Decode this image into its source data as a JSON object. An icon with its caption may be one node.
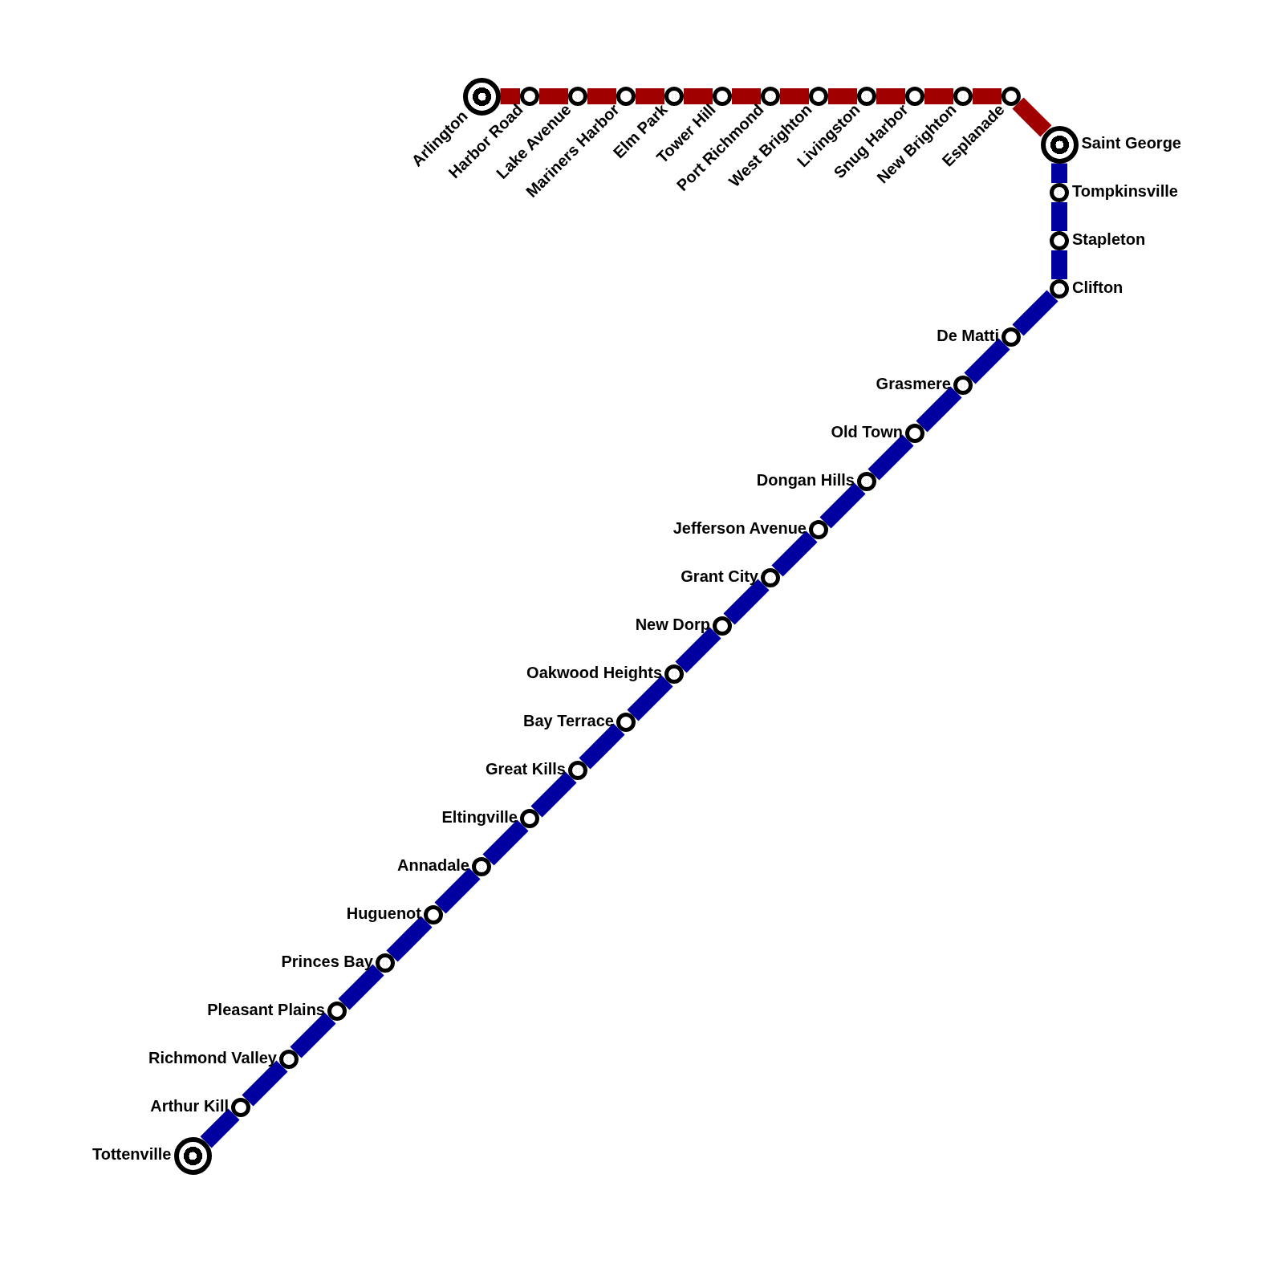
{
  "diagram": {
    "nodes": [
      {
        "text": [],
        "shape": "bullseye",
        "beside": [
          "Arlington"
        ]
      },
      {
        "text": [],
        "shape": "circle",
        "beside": [
          "Harbor Road"
        ]
      },
      {
        "text": [],
        "shape": "circle",
        "beside": [
          "Lake Avenue"
        ]
      },
      {
        "text": [],
        "shape": "circle",
        "beside": [
          "Mariners Harbor"
        ]
      },
      {
        "text": [],
        "shape": "circle",
        "beside": [
          "Elm Park"
        ]
      },
      {
        "text": [],
        "shape": "circle",
        "beside": [
          "Tower Hill"
        ]
      },
      {
        "text": [],
        "shape": "circle",
        "beside": [
          "Port Richmond"
        ]
      },
      {
        "text": [],
        "shape": "circle",
        "beside": [
          "West Brighton"
        ]
      },
      {
        "text": [],
        "shape": "circle",
        "beside": [
          "Livingston"
        ]
      },
      {
        "text": [],
        "shape": "circle",
        "beside": [
          "Snug Harbor"
        ]
      },
      {
        "text": [],
        "shape": "circle",
        "beside": [
          "New Brighton"
        ]
      },
      {
        "text": [],
        "shape": "circle",
        "beside": [
          "Esplanade"
        ]
      },
      {
        "text": [],
        "shape": "bullseye",
        "beside": [
          "Saint George"
        ]
      },
      {
        "text": [],
        "shape": "circle",
        "beside": [
          "Tompkinsville"
        ]
      },
      {
        "text": [],
        "shape": "circle",
        "beside": [
          "Stapleton"
        ]
      },
      {
        "text": [],
        "shape": "circle",
        "beside": [
          "Clifton"
        ]
      },
      {
        "text": [],
        "shape": "circle",
        "beside": [
          "De Matti"
        ]
      },
      {
        "text": [],
        "shape": "circle",
        "beside": [
          "Grasmere"
        ]
      },
      {
        "text": [],
        "shape": "circle",
        "beside": [
          "Old Town"
        ]
      },
      {
        "text": [],
        "shape": "circle",
        "beside": [
          "Dongan Hills"
        ]
      },
      {
        "text": [],
        "shape": "circle",
        "beside": [
          "Jefferson Avenue"
        ]
      },
      {
        "text": [],
        "shape": "circle",
        "beside": [
          "Grant City"
        ]
      },
      {
        "text": [],
        "shape": "circle",
        "beside": [
          "New Dorp"
        ]
      },
      {
        "text": [],
        "shape": "circle",
        "beside": [
          "Oakwood Heights"
        ]
      },
      {
        "text": [],
        "shape": "circle",
        "beside": [
          "Bay Terrace"
        ]
      },
      {
        "text": [],
        "shape": "circle",
        "beside": [
          "Great Kills"
        ]
      },
      {
        "text": [],
        "shape": "circle",
        "beside": [
          "Eltingville"
        ]
      },
      {
        "text": [],
        "shape": "circle",
        "beside": [
          "Annadale"
        ]
      },
      {
        "text": [],
        "shape": "circle",
        "beside": [
          "Huguenot"
        ]
      },
      {
        "text": [],
        "shape": "circle",
        "beside": [
          "Princes Bay"
        ]
      },
      {
        "text": [],
        "shape": "circle",
        "beside": [
          "Pleasant Plains"
        ]
      },
      {
        "text": [],
        "shape": "circle",
        "beside": [
          "Richmond Valley"
        ]
      },
      {
        "text": [],
        "shape": "circle",
        "beside": [
          "Arthur Kill"
        ]
      },
      {
        "text": [],
        "shape": "bullseye",
        "beside": [
          "Tottenville"
        ]
      }
    ],
    "edges": [
      {
        "from": 0,
        "to": 1,
        "arrow": "none",
        "color": "#a00000"
      },
      {
        "from": 1,
        "to": 2,
        "arrow": "none",
        "color": "#a00000"
      },
      {
        "from": 2,
        "to": 3,
        "arrow": "none",
        "color": "#a00000"
      },
      {
        "from": 3,
        "to": 4,
        "arrow": "none",
        "color": "#a00000"
      },
      {
        "from": 4,
        "to": 5,
        "arrow": "none",
        "color": "#a00000"
      },
      {
        "from": 5,
        "to": 6,
        "arrow": "none",
        "color": "#a00000"
      },
      {
        "from": 6,
        "to": 7,
        "arrow": "none",
        "color": "#a00000"
      },
      {
        "from": 7,
        "to": 8,
        "arrow": "none",
        "color": "#a00000"
      },
      {
        "from": 8,
        "to": 9,
        "arrow": "none",
        "color": "#a00000"
      },
      {
        "from": 9,
        "to": 10,
        "arrow": "none",
        "color": "#a00000"
      },
      {
        "from": 10,
        "to": 11,
        "arrow": "none",
        "color": "#a00000"
      },
      {
        "from": 11,
        "to": 12,
        "arrow": "none",
        "color": "#a00000"
      },
      {
        "from": 12,
        "to": 13,
        "arrow": "none"
      },
      {
        "from": 13,
        "to": 14,
        "arrow": "none"
      },
      {
        "from": 14,
        "to": 15,
        "arrow": "none"
      },
      {
        "from": 15,
        "to": 16,
        "arrow": "none"
      },
      {
        "from": 16,
        "to": 17,
        "arrow": "none"
      },
      {
        "from": 17,
        "to": 18,
        "arrow": "none"
      },
      {
        "from": 18,
        "to": 19,
        "arrow": "none"
      },
      {
        "from": 19,
        "to": 20,
        "arrow": "none"
      },
      {
        "from": 20,
        "to": 21,
        "arrow": "none"
      },
      {
        "from": 21,
        "to": 22,
        "arrow": "none"
      },
      {
        "from": 22,
        "to": 23,
        "arrow": "none"
      },
      {
        "from": 23,
        "to": 24,
        "arrow": "none"
      },
      {
        "from": 24,
        "to": 25,
        "arrow": "none"
      },
      {
        "from": 25,
        "to": 26,
        "arrow": "none"
      },
      {
        "from": 26,
        "to": 27,
        "arrow": "none"
      },
      {
        "from": 27,
        "to": 28,
        "arrow": "none"
      },
      {
        "from": 28,
        "to": 29,
        "arrow": "none"
      },
      {
        "from": 29,
        "to": 30,
        "arrow": "none"
      },
      {
        "from": 30,
        "to": 31,
        "arrow": "none"
      },
      {
        "from": 31,
        "to": 32,
        "arrow": "none"
      },
      {
        "from": 32,
        "to": 33,
        "arrow": "none"
      }
    ]
  }
}
